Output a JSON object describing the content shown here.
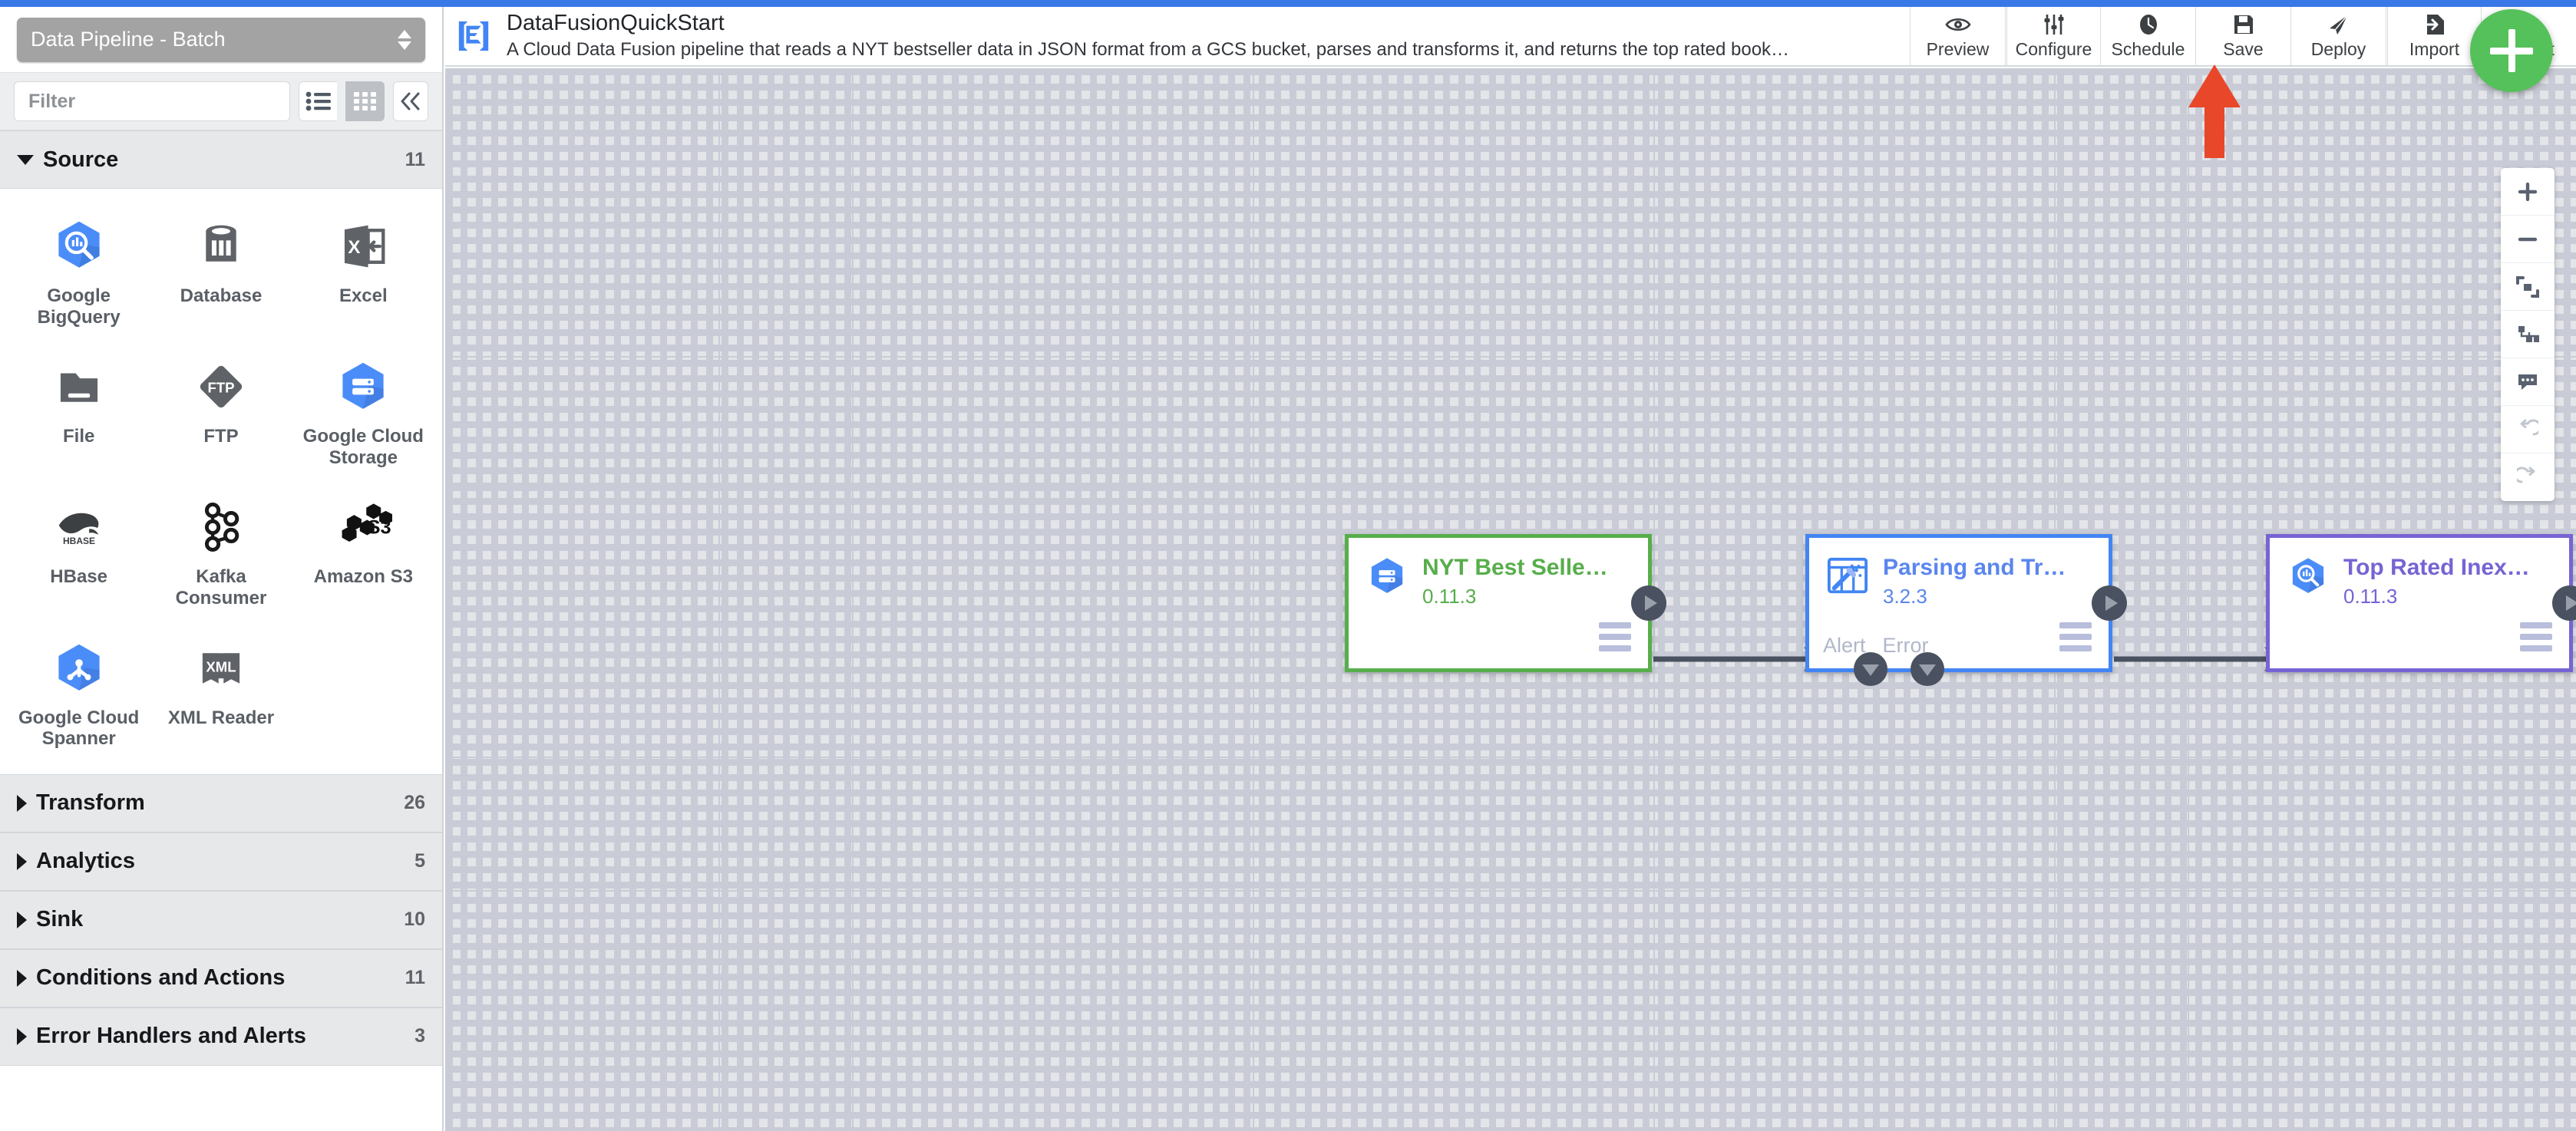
{
  "topbar": {
    "color": "#3b78e7"
  },
  "sidebar": {
    "pipeline_type": "Data Pipeline - Batch",
    "filter_placeholder": "Filter",
    "filter_value": "",
    "view_list_icon": "list-view-icon",
    "view_grid_icon": "grid-view-icon",
    "collapse_icon": "collapse-panel-icon",
    "sections": [
      {
        "label": "Source",
        "count": "11",
        "expanded": true
      },
      {
        "label": "Transform",
        "count": "26",
        "expanded": false
      },
      {
        "label": "Analytics",
        "count": "5",
        "expanded": false
      },
      {
        "label": "Sink",
        "count": "10",
        "expanded": false
      },
      {
        "label": "Conditions and Actions",
        "count": "11",
        "expanded": false
      },
      {
        "label": "Error Handlers and Alerts",
        "count": "3",
        "expanded": false
      }
    ],
    "source_plugins": [
      {
        "label": "Google BigQuery",
        "icon": "google-bigquery-icon"
      },
      {
        "label": "Database",
        "icon": "database-icon"
      },
      {
        "label": "Excel",
        "icon": "excel-icon"
      },
      {
        "label": "File",
        "icon": "file-folder-icon"
      },
      {
        "label": "FTP",
        "icon": "ftp-icon"
      },
      {
        "label": "Google Cloud Storage",
        "icon": "google-cloud-storage-icon"
      },
      {
        "label": "HBase",
        "icon": "hbase-icon"
      },
      {
        "label": "Kafka Consumer",
        "icon": "kafka-icon"
      },
      {
        "label": "Amazon S3",
        "icon": "amazon-s3-icon"
      },
      {
        "label": "Google Cloud Spanner",
        "icon": "google-cloud-spanner-icon"
      },
      {
        "label": "XML Reader",
        "icon": "xml-reader-icon"
      }
    ]
  },
  "header": {
    "logo_icon": "cdap-logo-icon",
    "pipeline_name": "DataFusionQuickStart",
    "pipeline_description": "A Cloud Data Fusion pipeline that reads a NYT bestseller data in JSON format from a GCS bucket, parses and transforms it, and returns the top rated book…",
    "actions": [
      {
        "label": "Preview",
        "icon": "eye-icon"
      },
      {
        "label": "Configure",
        "icon": "sliders-icon"
      },
      {
        "label": "Schedule",
        "icon": "clock-icon"
      },
      {
        "label": "Save",
        "icon": "floppy-disk-icon"
      },
      {
        "label": "Deploy",
        "icon": "paper-plane-icon"
      },
      {
        "label": "Import",
        "icon": "import-arrow-icon"
      },
      {
        "label": "Export",
        "icon": "export-arrow-icon"
      }
    ]
  },
  "canvas": {
    "background_color": "#e3e5e8",
    "add_node_fab": "add-plugin-fab",
    "nodes": [
      {
        "name": "NYT Best Selle…",
        "version": "0.11.3",
        "type": "source",
        "accent": "#57ae4b",
        "icon": "google-cloud-storage-icon",
        "ports": []
      },
      {
        "name": "Parsing and Tr…",
        "version": "3.2.3",
        "type": "transform",
        "accent": "#4285f4",
        "icon": "wrangler-icon",
        "ports": [
          "Alert",
          "Error"
        ]
      },
      {
        "name": "Top Rated Inex…",
        "version": "0.11.3",
        "type": "sink",
        "accent": "#7763d4",
        "icon": "google-bigquery-icon",
        "ports": []
      }
    ],
    "zoom_tools": [
      {
        "icon": "zoom-in-icon",
        "disabled": false
      },
      {
        "icon": "zoom-out-icon",
        "disabled": false
      },
      {
        "icon": "fit-to-screen-icon",
        "disabled": false
      },
      {
        "icon": "auto-layout-icon",
        "disabled": false
      },
      {
        "icon": "comment-icon",
        "disabled": false
      },
      {
        "icon": "undo-icon",
        "disabled": true
      },
      {
        "icon": "redo-icon",
        "disabled": true
      }
    ]
  },
  "annotation": {
    "arrow_icon": "red-up-arrow-annotation",
    "color": "#e8472a",
    "points_at": "Deploy"
  }
}
